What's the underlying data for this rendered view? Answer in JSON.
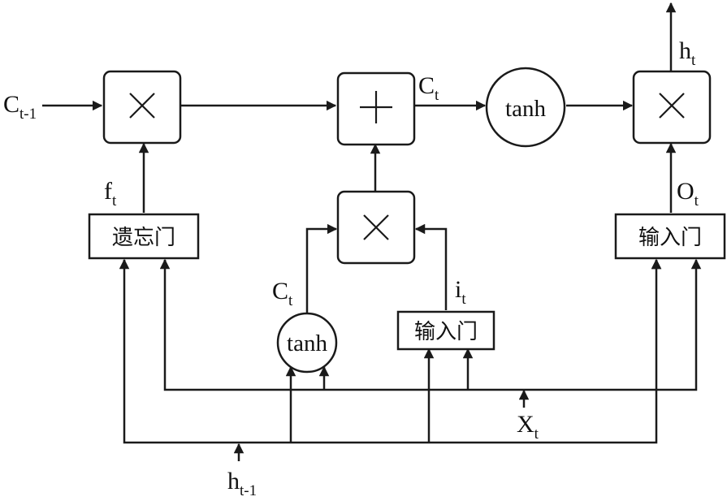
{
  "labels": {
    "c_prev": {
      "main": "C",
      "sub": "t-1"
    },
    "h_out": {
      "main": "h",
      "sub": "t"
    },
    "c_t_top": {
      "main": "C",
      "sub": "t"
    },
    "f_t": {
      "main": "f",
      "sub": "t"
    },
    "o_t": {
      "main": "O",
      "sub": "t"
    },
    "c_t_candidate": {
      "main": "C",
      "sub": "t"
    },
    "i_t": {
      "main": "i",
      "sub": "t"
    },
    "x_t": {
      "main": "X",
      "sub": "t"
    },
    "h_prev": {
      "main": "h",
      "sub": "t-1"
    }
  },
  "gates": {
    "forget": "遗忘门",
    "input": "输入门",
    "output": "输入门"
  },
  "functions": {
    "tanh_top": "tanh",
    "tanh_candidate": "tanh"
  },
  "operators": {
    "multiply": "×",
    "add": "+"
  }
}
